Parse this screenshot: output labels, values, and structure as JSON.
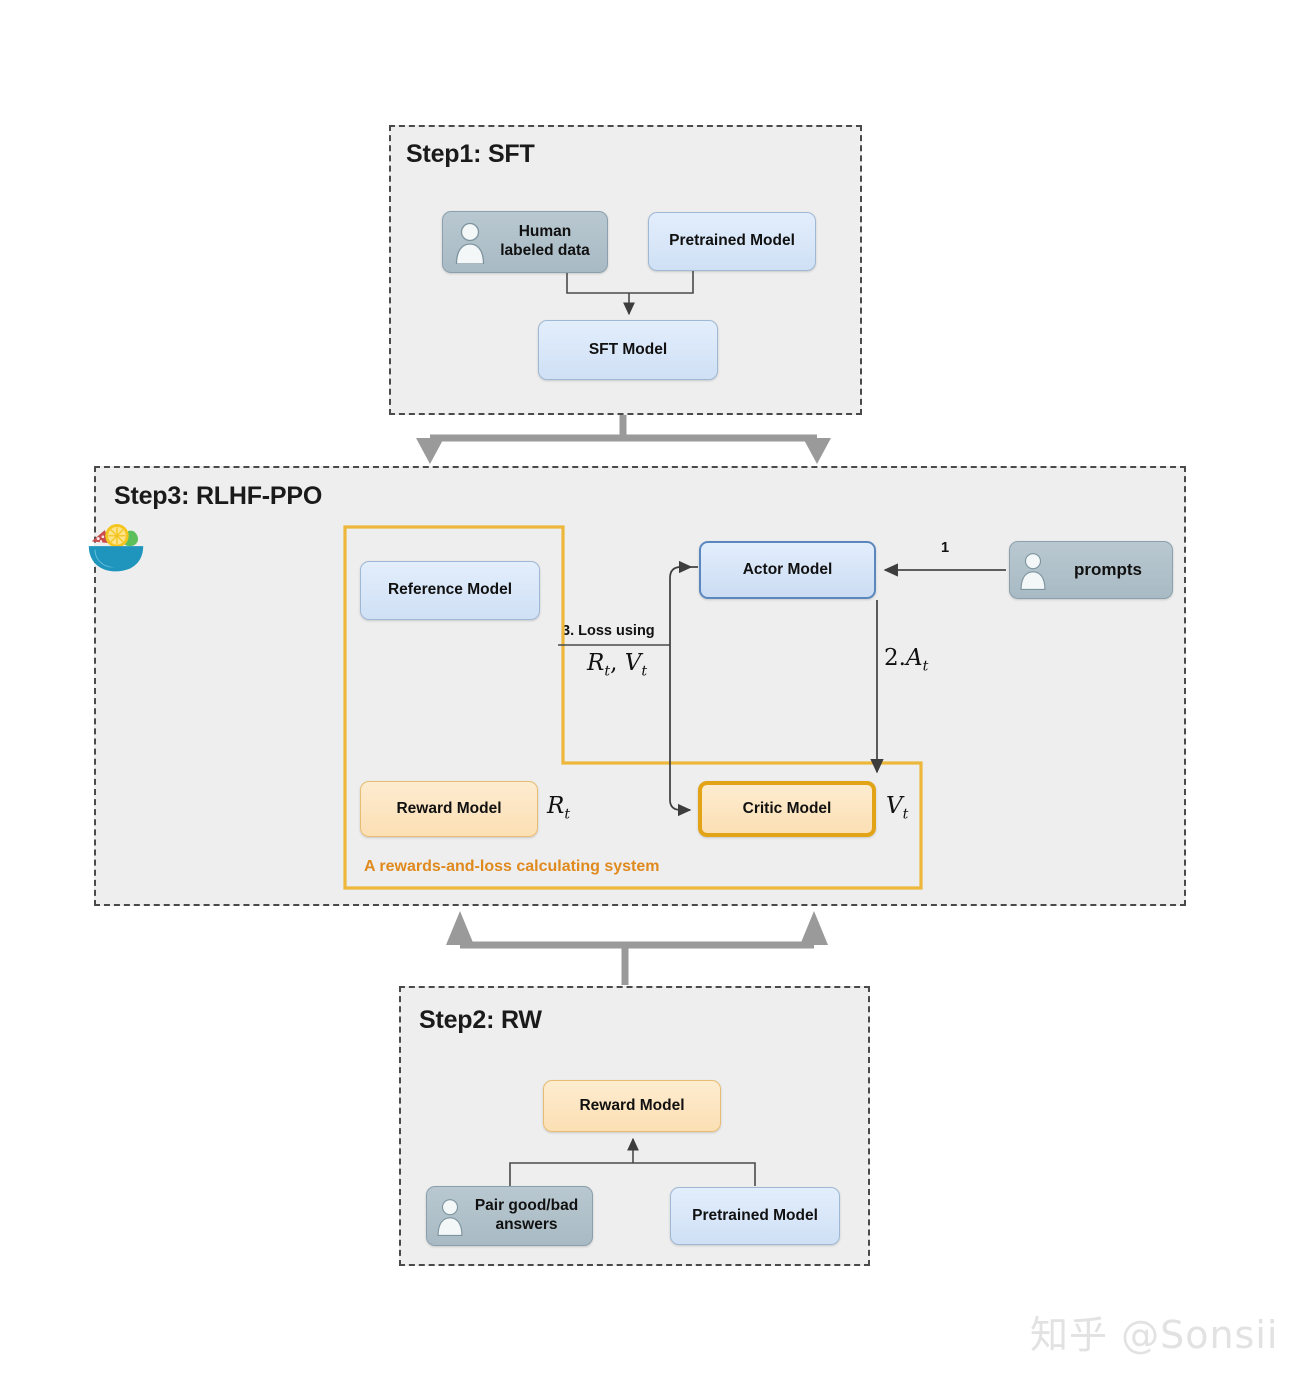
{
  "diagram": {
    "title_hidden": "",
    "steps": [
      {
        "id": "step1",
        "title": "Step1: SFT",
        "nodes": [
          {
            "id": "human-labeled-data",
            "label": "Human\nlabeled data",
            "style": "gray",
            "icon": "person-icon"
          },
          {
            "id": "pretrained-model-1",
            "label": "Pretrained Model",
            "style": "blue",
            "icon": ""
          },
          {
            "id": "sft-model",
            "label": "SFT Model",
            "style": "blue",
            "icon": ""
          }
        ]
      },
      {
        "id": "step3",
        "title": "Step3: RLHF-PPO",
        "nodes": [
          {
            "id": "reference-model",
            "label": "Reference Model",
            "style": "blue",
            "icon": ""
          },
          {
            "id": "reward-model-3",
            "label": "Reward Model",
            "style": "orange",
            "icon": ""
          },
          {
            "id": "actor-model",
            "label": "Actor Model",
            "style": "blue-strong",
            "icon": ""
          },
          {
            "id": "critic-model",
            "label": "Critic Model",
            "style": "orange-strong",
            "icon": ""
          },
          {
            "id": "prompts",
            "label": "prompts",
            "style": "gray",
            "icon": "person-icon"
          }
        ],
        "system_caption": "A rewards-and-loss calculating system",
        "edge_labels": {
          "prompts_to_actor": "1",
          "actor_to_critic": "2.A",
          "actor_to_critic_sub": "t",
          "loss_using": "3. Loss using",
          "loss_formula_r": "R",
          "loss_formula_r_sub": "t",
          "loss_formula_sep": ", ",
          "loss_formula_v": "V",
          "loss_formula_v_sub": "t",
          "reward_out": "R",
          "reward_out_sub": "t",
          "critic_out": "V",
          "critic_out_sub": "t"
        }
      },
      {
        "id": "step2",
        "title": "Step2: RW",
        "nodes": [
          {
            "id": "reward-model-2",
            "label": "Reward Model",
            "style": "orange",
            "icon": ""
          },
          {
            "id": "pair-answers",
            "label": "Pair good/bad\nanswers",
            "style": "gray",
            "icon": "person-icon"
          },
          {
            "id": "pretrained-model-2",
            "label": "Pretrained Model",
            "style": "blue",
            "icon": ""
          }
        ]
      }
    ],
    "icons": {
      "bowl": "salad-bowl-icon",
      "person": "person-icon"
    },
    "colors": {
      "step_background": "#eeeeee",
      "step_border": "#4a4a4a",
      "blue_fill": "#d8e6f8",
      "blue_border": "#9fb8d4",
      "blue_strong_border": "#5b87bf",
      "gray_fill": "#b0c1cb",
      "orange_fill": "#fce5c2",
      "orange_border": "#e8bd72",
      "orange_strong_border": "#e2a317",
      "system_border": "#ecb73a",
      "caption_orange": "#e08a1e",
      "connector_gray": "#9a9a9a",
      "arrow_dark": "#4a4a4a"
    }
  },
  "watermark": {
    "text": "知乎 @Sonsii"
  }
}
